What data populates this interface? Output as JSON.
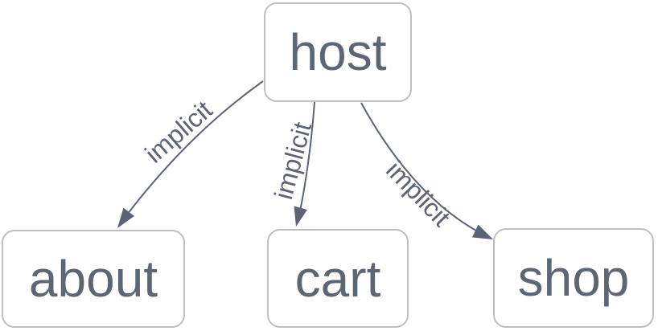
{
  "diagram": {
    "type": "node-link-graph",
    "background_color": "#ffffff",
    "node_fill_color": "#ffffff",
    "node_border_color": "#bfbfbf",
    "node_text_color": "#5d6774",
    "edge_color": "#5b6477",
    "nodes": [
      {
        "id": "host",
        "label": "host"
      },
      {
        "id": "about",
        "label": "about"
      },
      {
        "id": "cart",
        "label": "cart"
      },
      {
        "id": "shop",
        "label": "shop"
      }
    ],
    "edges": [
      {
        "from": "host",
        "to": "about",
        "label": "implicit"
      },
      {
        "from": "host",
        "to": "cart",
        "label": "implicit"
      },
      {
        "from": "host",
        "to": "shop",
        "label": "implicit"
      }
    ]
  }
}
